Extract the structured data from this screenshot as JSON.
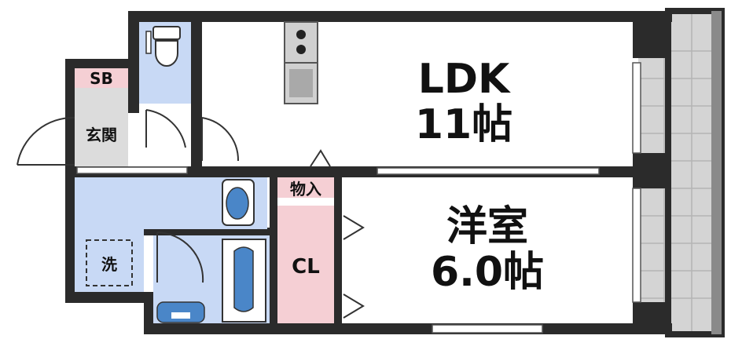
{
  "rooms": {
    "ldk": {
      "name": "LDK",
      "size": "11帖"
    },
    "western": {
      "name": "洋室",
      "size": "6.0帖"
    }
  },
  "labels": {
    "sb": "SB",
    "entrance": "玄関",
    "storage": "物入",
    "closet": "CL",
    "washer": "洗"
  },
  "colors": {
    "wall": "#2b2b2b",
    "wet_area": "#c8d9f5",
    "entrance_floor": "#dcdcdc",
    "storage_pink": "#f5cfd4",
    "balcony": "#c9c9c9",
    "fixture_blue": "#4a86c8"
  },
  "icons": [
    "toilet-icon",
    "stove-icon",
    "sink-icon",
    "bathtub-icon",
    "washbasin-icon"
  ]
}
